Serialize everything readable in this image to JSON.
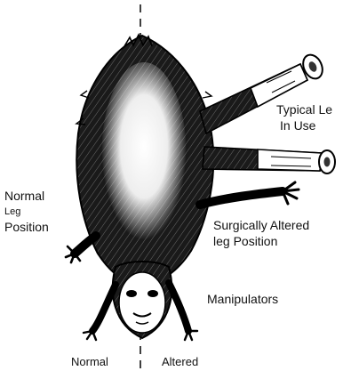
{
  "labels": {
    "typical_line1": "Typical Le",
    "typical_line2": "In Use",
    "normal_leg_line1": "Normal",
    "normal_leg_line2": "Leg",
    "normal_leg_line3": "Position",
    "surgically_line1": "Surgically Altered",
    "surgically_line2": "leg Position",
    "manipulators": "Manipulators",
    "bottom_normal": "Normal",
    "bottom_altered": "Altered"
  },
  "colors": {
    "ink": "#111111",
    "background": "#ffffff"
  }
}
